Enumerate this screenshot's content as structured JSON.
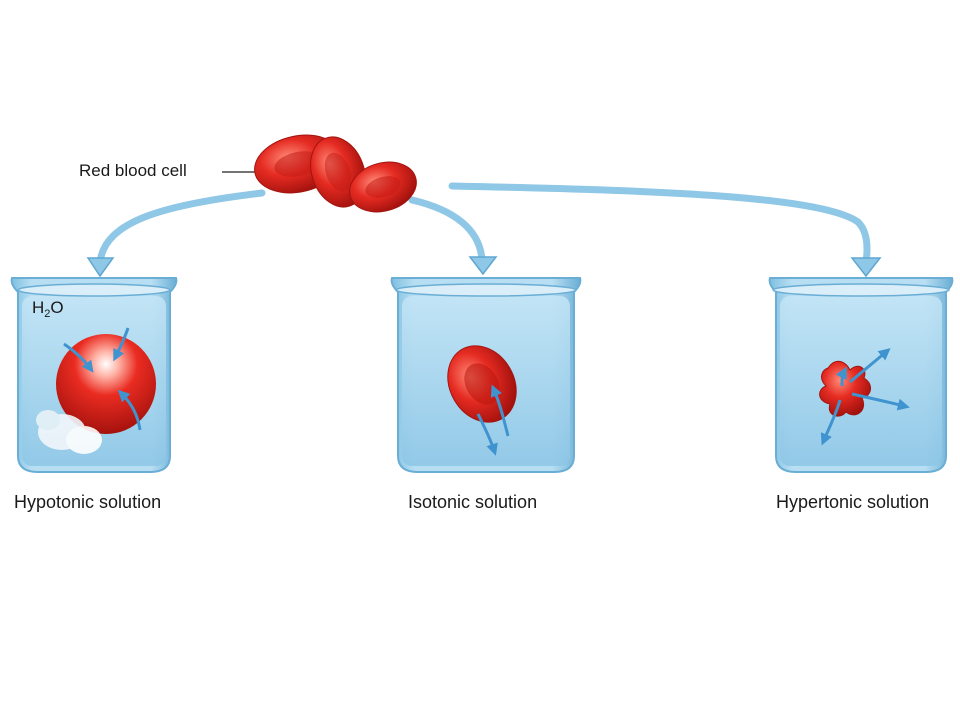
{
  "labels": {
    "red_blood_cell": "Red blood cell",
    "water_main": "H",
    "water_sub": "2",
    "water_end": "O"
  },
  "beakers": [
    {
      "id": "hypotonic",
      "caption": "Hypotonic solution"
    },
    {
      "id": "isotonic",
      "caption": "Isotonic solution"
    },
    {
      "id": "hypertonic",
      "caption": "Hypertonic solution"
    }
  ],
  "colors": {
    "solution": "#a9d6ee",
    "solution_dark": "#6fb2d8",
    "arrow": "#3f93cf",
    "cell": "#e02a24",
    "cell_dark": "#a3120f",
    "cell_light": "#ff7a6a"
  }
}
